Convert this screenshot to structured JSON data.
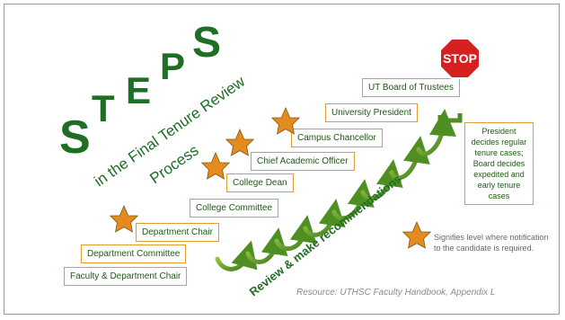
{
  "title": {
    "big_word": "STEPS",
    "letters": [
      "S",
      "T",
      "E",
      "P",
      "S"
    ],
    "line1": "in the Final Tenure Review",
    "line2": "Process"
  },
  "steps": [
    {
      "label": "Faculty & Department Chair",
      "star": false
    },
    {
      "label": "Department Committee",
      "star": false
    },
    {
      "label": "Department Chair",
      "star": true
    },
    {
      "label": "College Committee",
      "star": false
    },
    {
      "label": "College Dean",
      "star": true
    },
    {
      "label": "Chief Academic Officer",
      "star": true
    },
    {
      "label": "Campus Chancellor",
      "star": true
    },
    {
      "label": "University President",
      "star": false
    },
    {
      "label": "UT Board of Trustees",
      "star": false
    }
  ],
  "stop_sign": "STOP",
  "president_note": "President decides regular tenure cases; Board decides expedited and early tenure cases",
  "arrow_label": "Review & make recommendations",
  "legend": "Signifies level where notification to the candidate is required.",
  "resource": "Resource: UTHSC Faculty Handbook, Appendix L",
  "colors": {
    "title_green": "#1e6e24",
    "box_border": "#e39a2e",
    "star_orange": "#e48a1e",
    "arrow_green": "#6aa329",
    "stop_red": "#d62020"
  }
}
